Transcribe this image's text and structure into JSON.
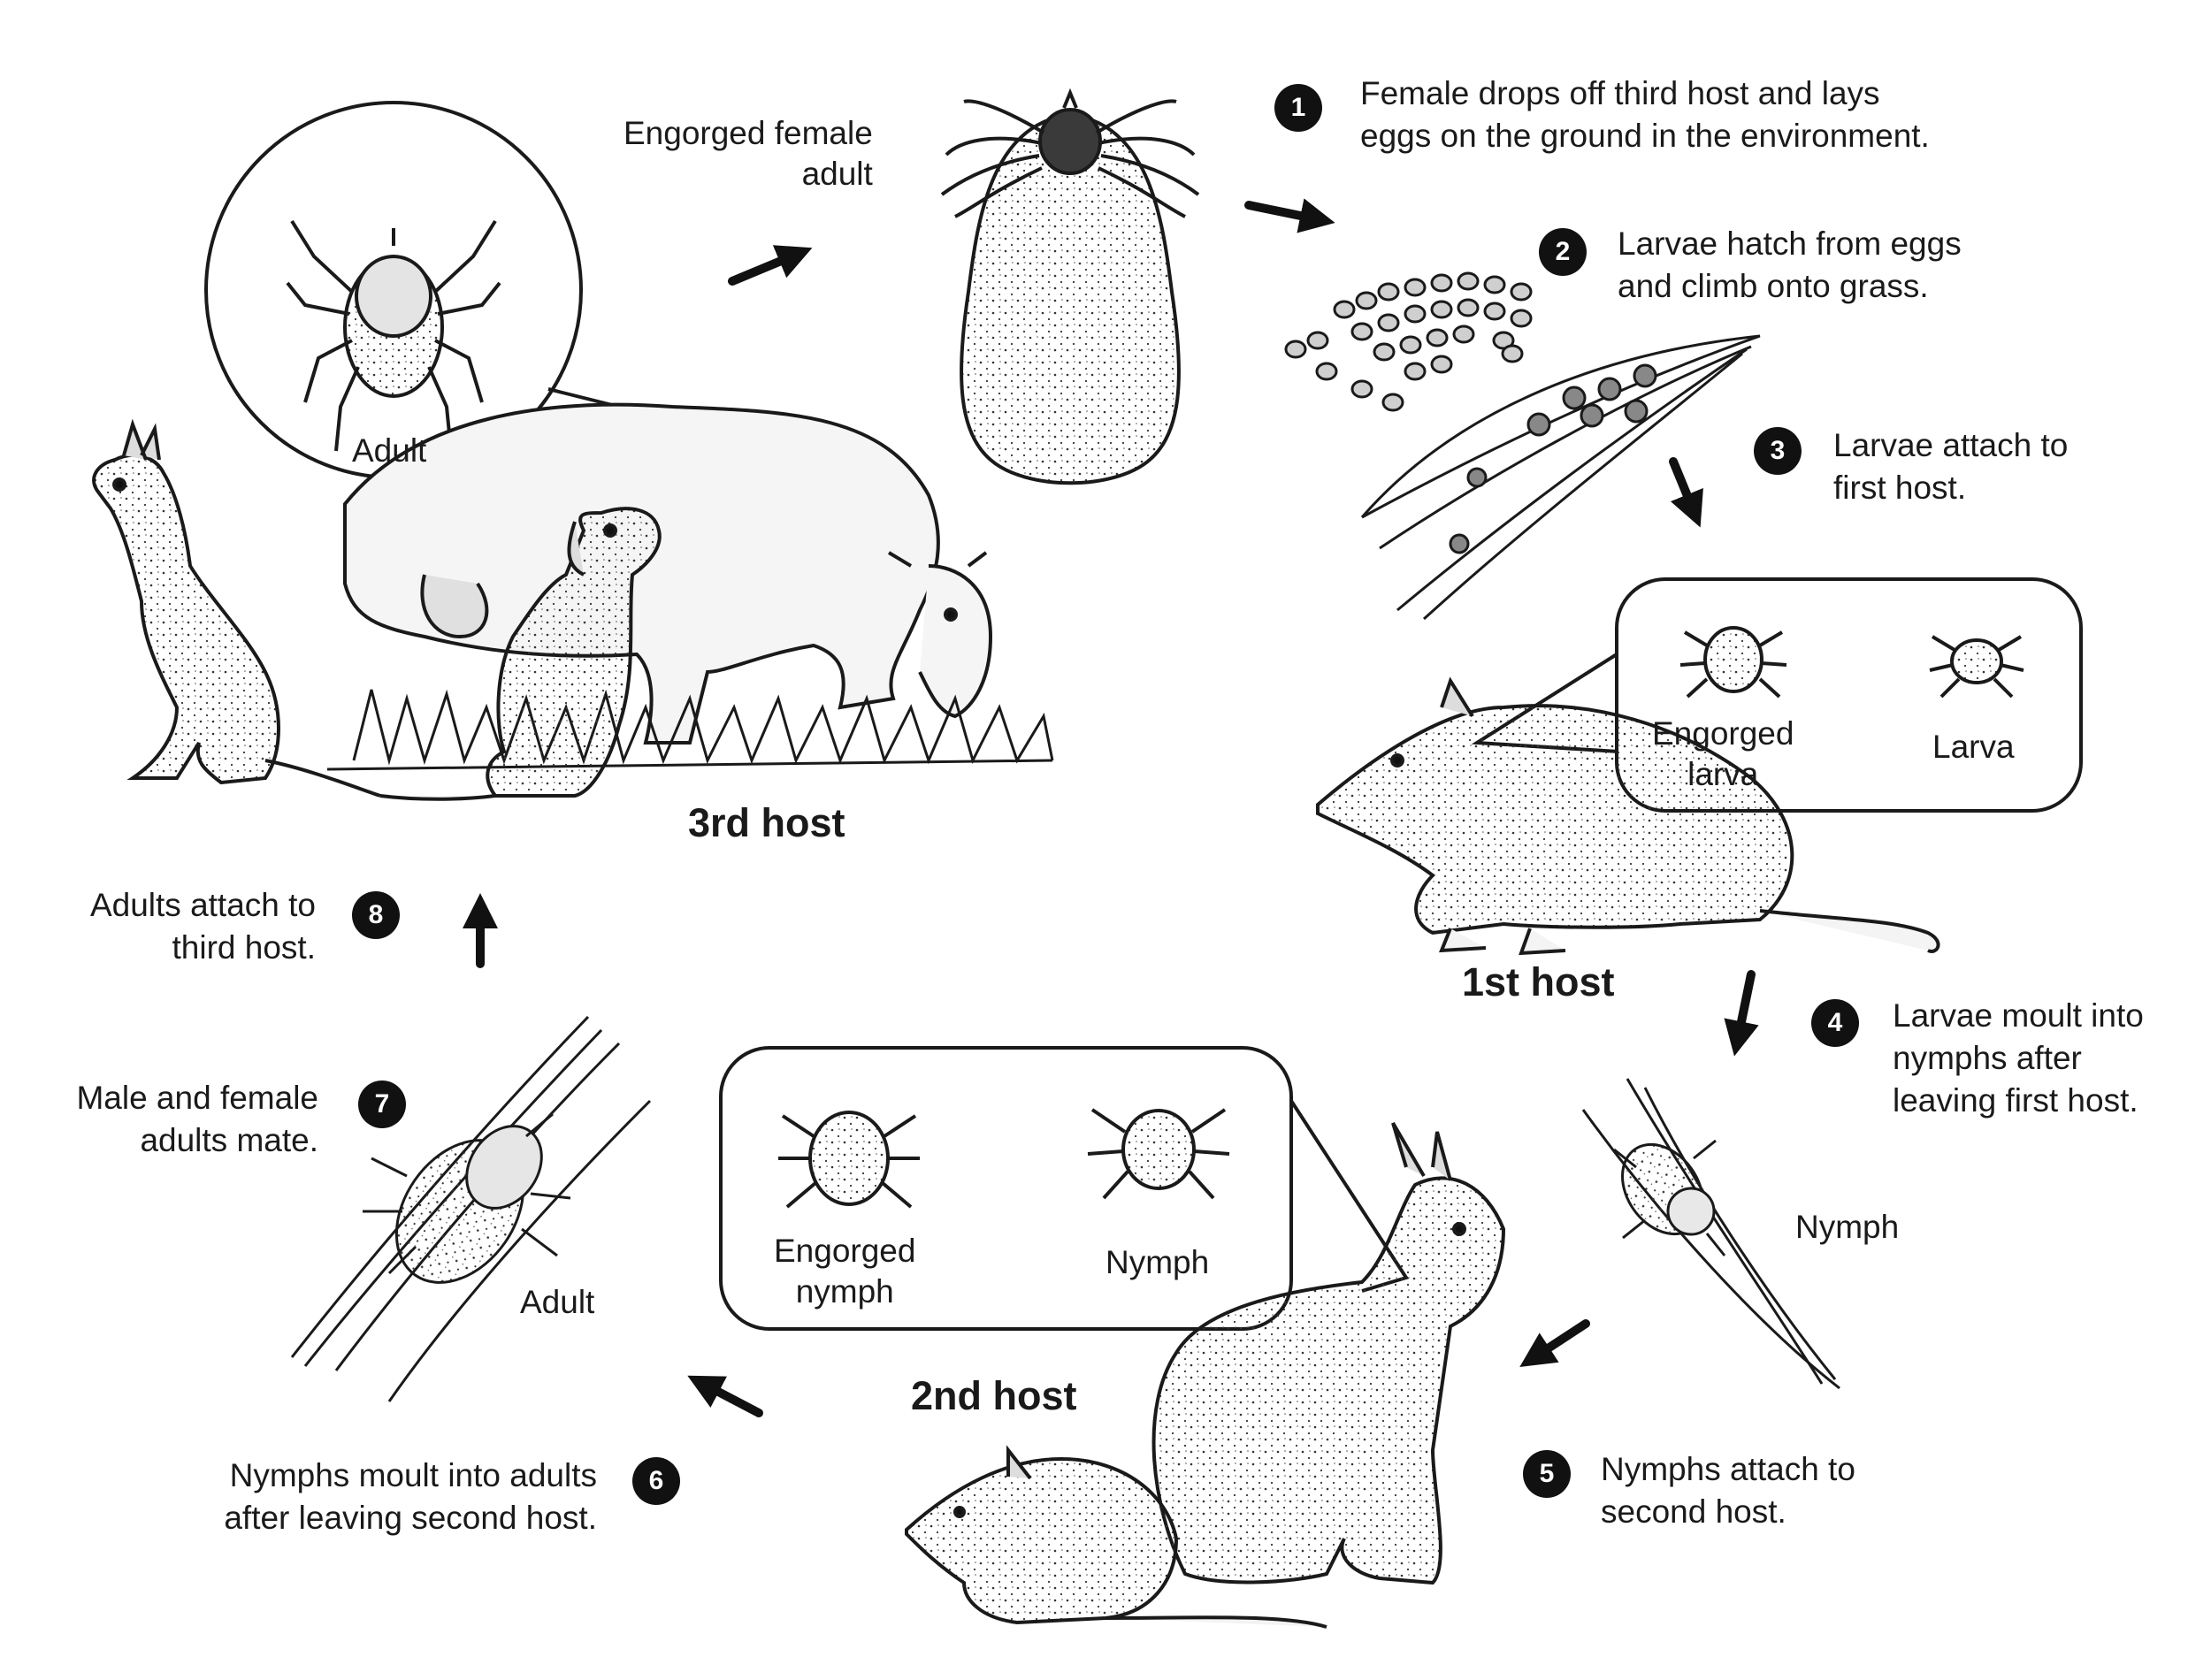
{
  "steps": [
    {
      "num": "1",
      "lines": [
        "Female drops off third host and lays",
        "eggs on the ground in the environment."
      ]
    },
    {
      "num": "2",
      "lines": [
        "Larvae hatch from eggs",
        "and climb onto grass."
      ]
    },
    {
      "num": "3",
      "lines": [
        "Larvae attach to",
        "first host."
      ]
    },
    {
      "num": "4",
      "lines": [
        "Larvae moult into",
        "nymphs after",
        "leaving first host."
      ]
    },
    {
      "num": "5",
      "lines": [
        "Nymphs attach to",
        "second host."
      ]
    },
    {
      "num": "6",
      "lines": [
        "Nymphs moult into adults",
        "after leaving second host."
      ]
    },
    {
      "num": "7",
      "lines": [
        "Male and female",
        "adults mate."
      ]
    },
    {
      "num": "8",
      "lines": [
        "Adults attach to",
        "third host."
      ]
    }
  ],
  "hosts": {
    "first": "1st host",
    "second": "2nd host",
    "third": "3rd host"
  },
  "labels": {
    "engorged_female": [
      "Engorged female",
      "adult"
    ],
    "adult_circle": "Adult",
    "engorged_larva": [
      "Engorged",
      "larva"
    ],
    "larva": "Larva",
    "nymph_grass": "Nymph",
    "engorged_nymph": [
      "Engorged",
      "nymph"
    ],
    "nymph_box": "Nymph",
    "adult_grass": "Adult"
  },
  "colors": {
    "ink": "#1a1a1a",
    "badge": "#111111",
    "paper": "#ffffff"
  }
}
